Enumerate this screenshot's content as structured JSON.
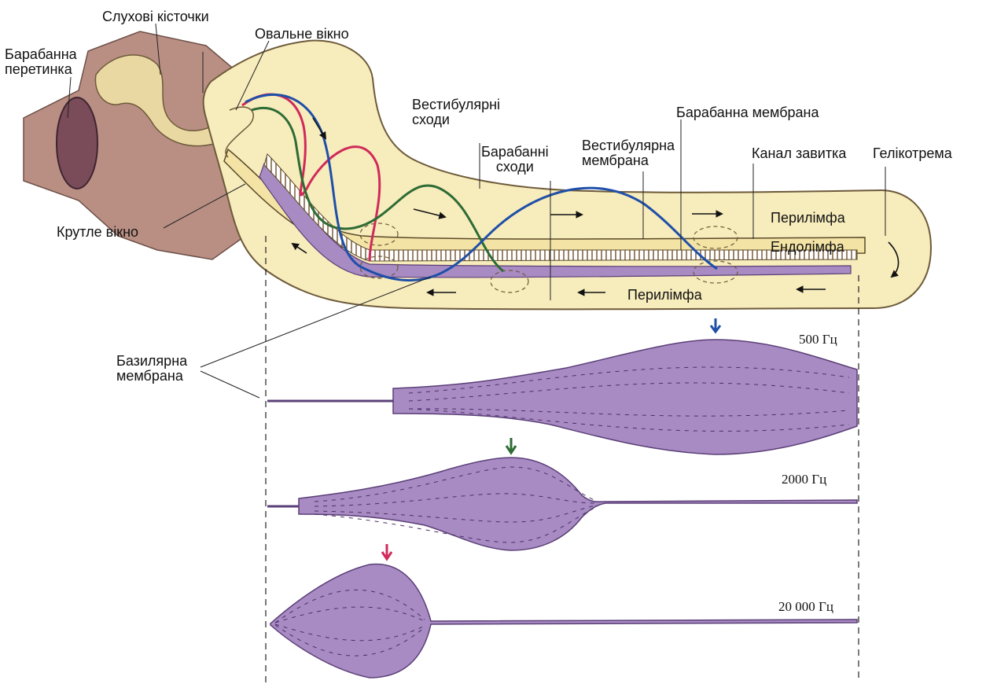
{
  "labels": {
    "eardrum": [
      "Барабанна",
      "перетинка"
    ],
    "ossicles": "Слухові кісточки",
    "oval_window": "Овальне вікно",
    "round_window": "Крутле вікно",
    "scala_vestibuli": [
      "Вестибулярні",
      "сходи"
    ],
    "scala_tympani": [
      "Барабанні",
      "сходи"
    ],
    "vestibular_membrane": [
      "Вестибулярна",
      "мембрана"
    ],
    "tympanic_membrane": "Барабанна мембрана",
    "cochlear_duct": "Канал завитка",
    "helicotrema": "Гелікотрема",
    "perilymph_top": "Перилімфа",
    "endolymph": "Ендолімфа",
    "perilymph_bottom": "Перилімфа",
    "basilar_membrane": [
      "Базилярна",
      "мембрана"
    ]
  },
  "frequencies": [
    {
      "label": "500 Гц",
      "arrow_color": "#1f4fa8"
    },
    {
      "label": "2000 Гц",
      "arrow_color": "#2e6b35"
    },
    {
      "label": "20 000 Гц",
      "arrow_color": "#d02a5a"
    }
  ],
  "colors": {
    "cochlea_fill": "#f7ecbc",
    "middle_ear": "#b98f84",
    "membrane": "#a88bc2",
    "wave_500": "#1f4fa8",
    "wave_2000": "#2e6b35",
    "wave_20000": "#d02a5a"
  }
}
